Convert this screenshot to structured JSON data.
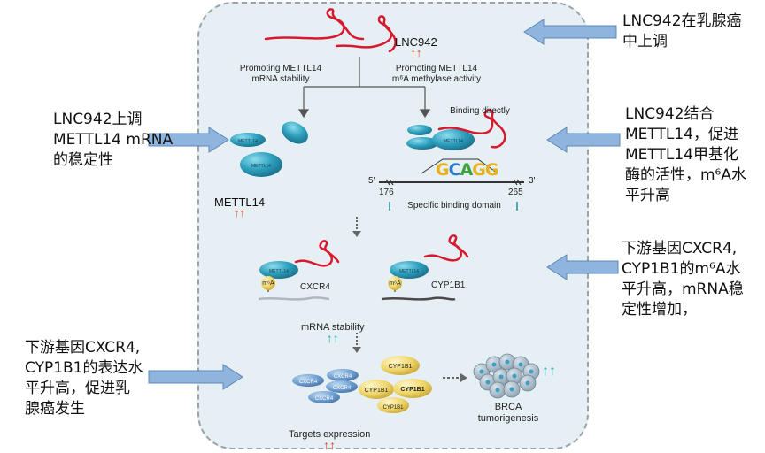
{
  "annotations": {
    "right_1": "LNC942在乳腺癌\n中上调",
    "left_1": "LNC942上调\nMETTL14 mRNA\n的稳定性",
    "right_2": "LNC942结合\nMETTL14，促进\nMETTL14甲基化\n酶的活性，m⁶A水\n平升高",
    "right_3": "下游基因CXCR4,\nCYP1B1的m⁶A水\n平升高，mRNA稳\n定性增加，",
    "left_2": "下游基因CXCR4,\nCYP1B1的表达水\n平升高，促进乳\n腺癌发生"
  },
  "diagram": {
    "lnc_label": "LNC942",
    "up_arrows": "↑↑",
    "promote_left": "Promoting METTL14\nmRNA stability",
    "promote_right": "Promoting METTL14\nm⁶A methylase activity",
    "binding_directly": "Binding directly",
    "mettl14_label": "METTL14",
    "protein_small": "METTL14",
    "motif": [
      "G",
      "C",
      "A",
      "G",
      "G"
    ],
    "five_prime": "5'",
    "three_prime": "3'",
    "pos_176": "176",
    "pos_265": "265",
    "binding_domain": "Specific binding domain",
    "m6a": "m⁶A",
    "cxcr4": "CXCR4",
    "cyp1b1": "CYP1B1",
    "mrna_stability": "mRNA stability",
    "targets_expression": "Targets expression",
    "brca": "BRCA\ntumorigenesis"
  },
  "colors": {
    "panel_bg": "#e6eff4",
    "arrow_blue": "#8fb4de",
    "red_up": "#e8452a",
    "teal_up": "#21a6b4",
    "rna_red": "#d7192f",
    "protein_teal": "#2a9bb8",
    "cyp_yellow": "#efd56a"
  }
}
